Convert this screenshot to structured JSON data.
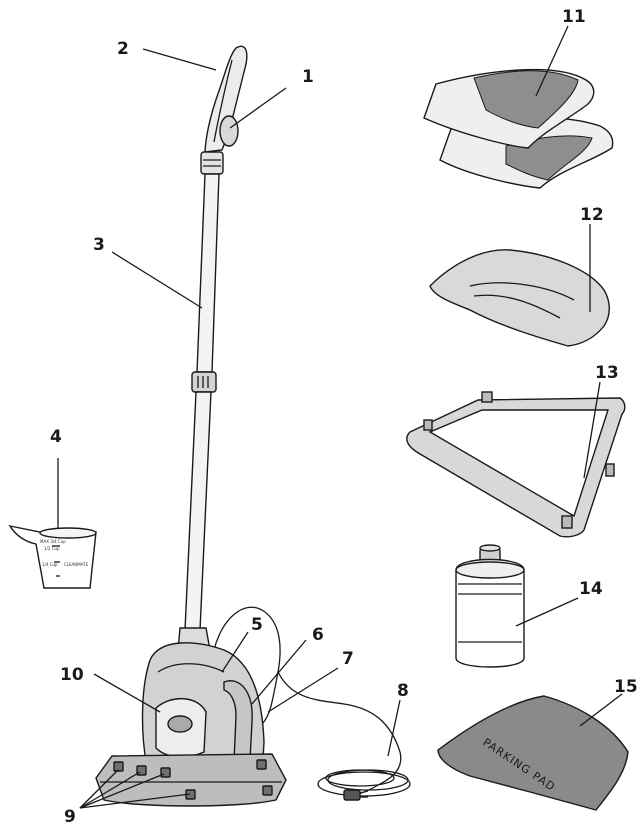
{
  "labels": {
    "l1": "1",
    "l2": "2",
    "l3": "3",
    "l4": "4",
    "l5": "5",
    "l6": "6",
    "l7": "7",
    "l8": "8",
    "l9": "9",
    "l10": "10",
    "l11": "11",
    "l12": "12",
    "l13": "13",
    "l14": "14",
    "l15": "15"
  },
  "cup": {
    "mark_top": "MAX  3/4 Cup",
    "mark_mid": "1/2 Cup",
    "mark_low": "1/4 Cup",
    "brand": "CLEANMATE"
  },
  "parking_pad": {
    "text": "PARKING PAD"
  },
  "colors": {
    "ink": "#1a1a1a",
    "gray_fill": "#8a8a8a",
    "light_fill": "#f0f0f0",
    "mid_fill": "#cfcfcf"
  }
}
